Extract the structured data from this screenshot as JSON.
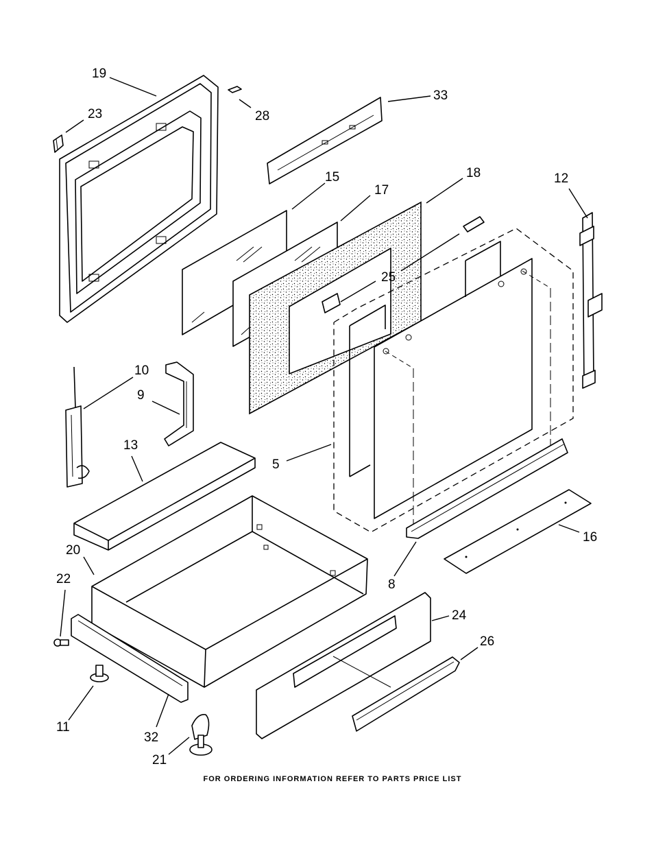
{
  "callouts": {
    "c19": "19",
    "c23": "23",
    "c28": "28",
    "c33": "33",
    "c15": "15",
    "c17": "17",
    "c18": "18",
    "c12": "12",
    "c25": "25",
    "c10": "10",
    "c9": "9",
    "c13": "13",
    "c5": "5",
    "c20": "20",
    "c22": "22",
    "c16": "16",
    "c8": "8",
    "c24": "24",
    "c26": "26",
    "c11": "11",
    "c32": "32",
    "c21": "21"
  },
  "footer_note": "FOR ORDERING INFORMATION REFER TO PARTS PRICE LIST"
}
